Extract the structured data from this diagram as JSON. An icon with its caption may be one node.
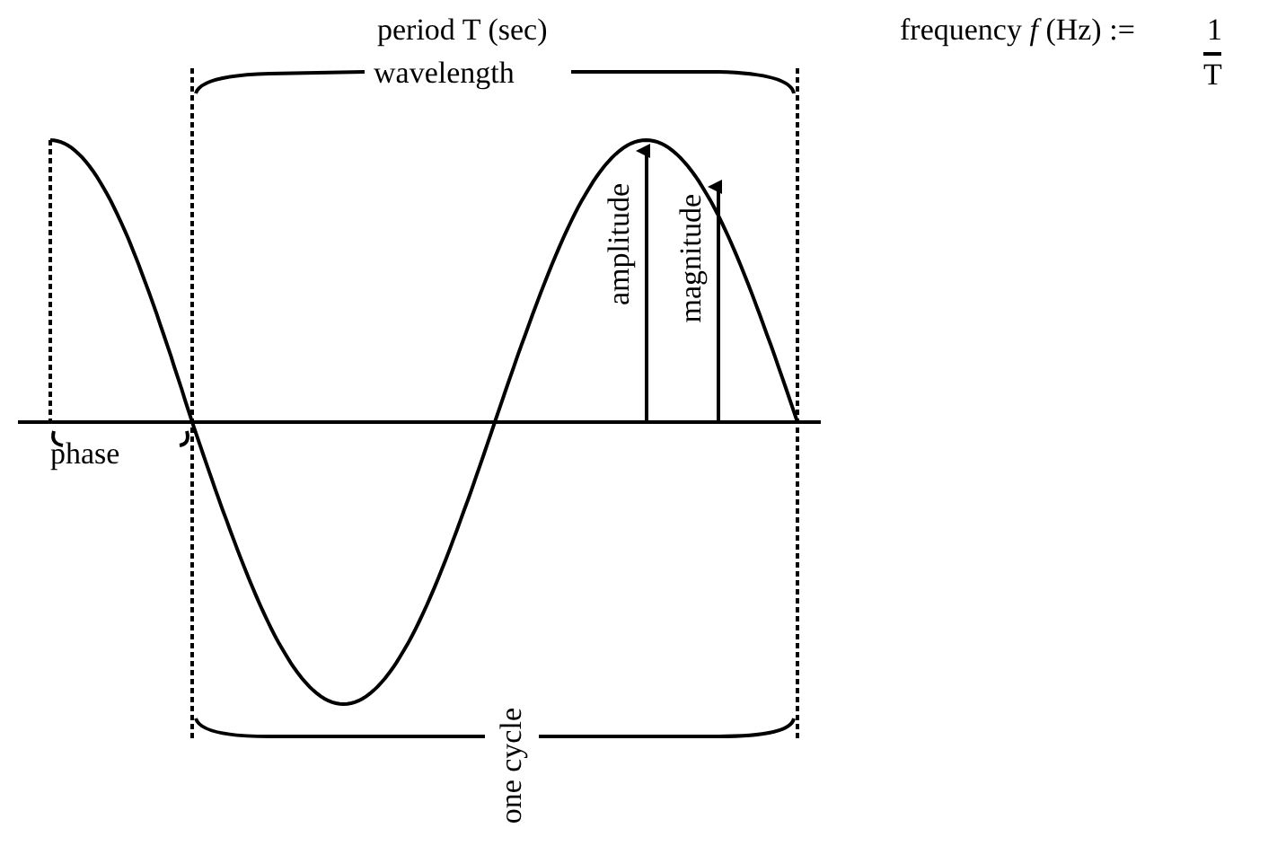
{
  "diagram": {
    "labels": [
      "period T (sec)",
      "frequency *f* (Hz) :=",
      "1",
      "T",
      "wavelength",
      "amplitude",
      "magnitude",
      "phase",
      "one cycle"
    ]
  }
}
